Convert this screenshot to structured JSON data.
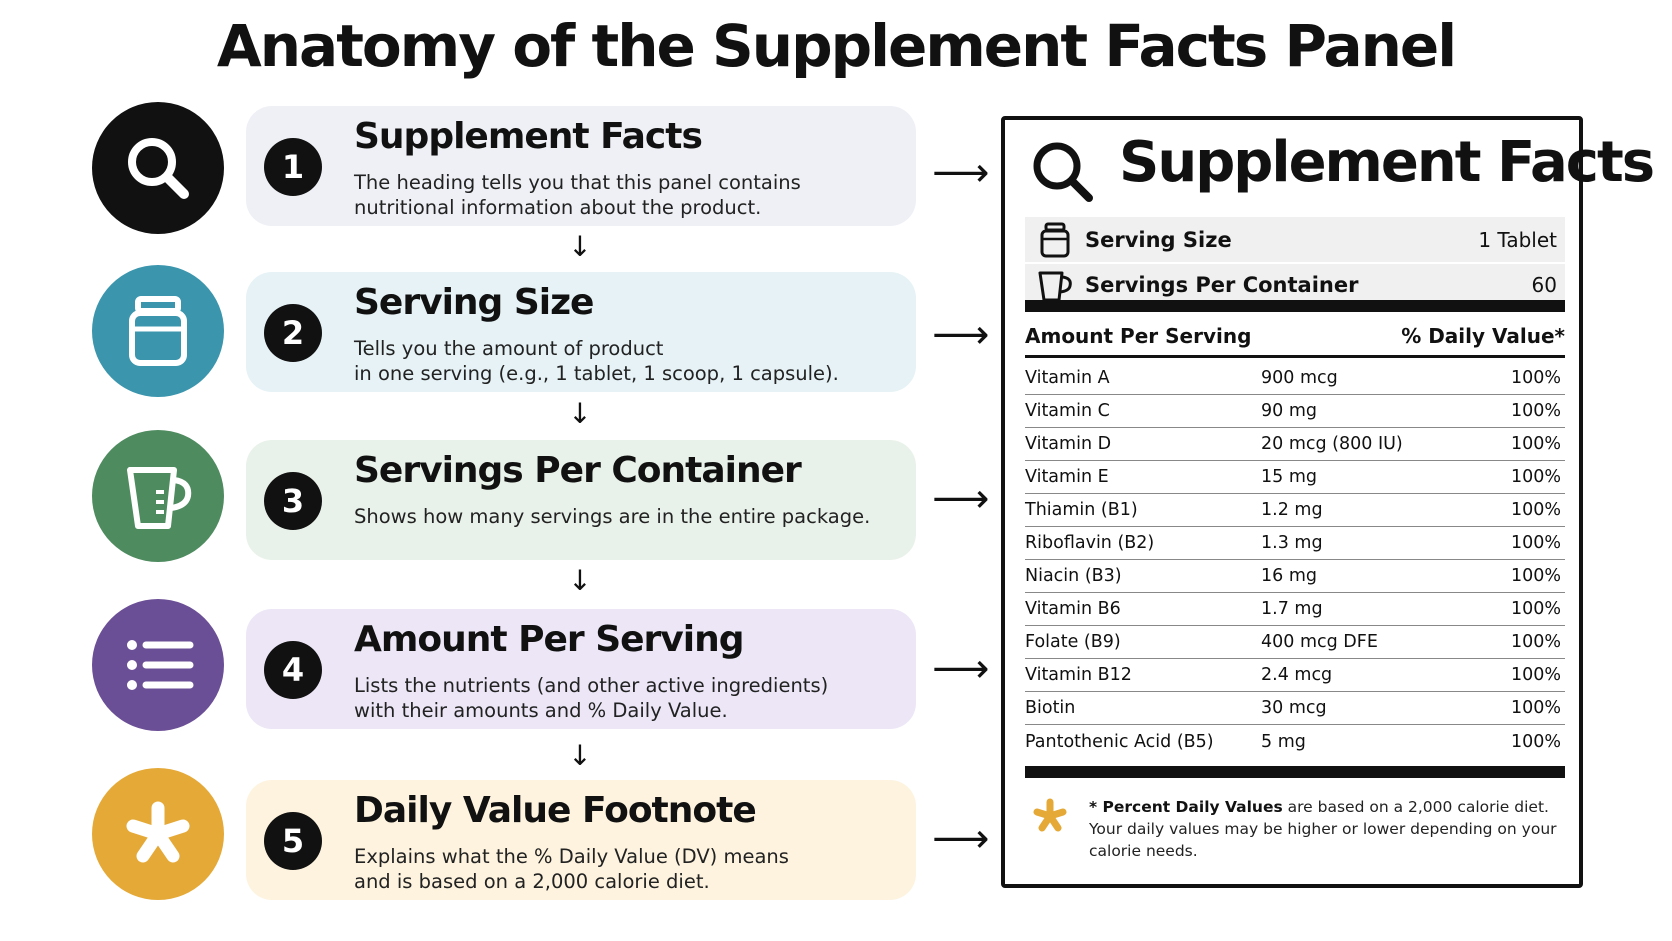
{
  "title": "Anatomy of the Supplement Facts Panel",
  "colors": {
    "step1": "#111111",
    "step2": "#3a95ad",
    "step3": "#4e8b5f",
    "step4": "#6b4f96",
    "step5": "#e5a937",
    "card1": "#eef0f5",
    "card2": "#e6f2f6",
    "card3": "#e9f2ea",
    "card4": "#ece6f6",
    "card5": "#fdf3df"
  },
  "steps": [
    {
      "number": "1",
      "icon": "magnifier-icon",
      "title": "Supplement Facts",
      "description": "The heading tells you that this panel contains\nnutritional information about the product."
    },
    {
      "number": "2",
      "icon": "jar-icon",
      "title": "Serving Size",
      "description": "Tells you the amount of product\nin one serving (e.g., 1 tablet, 1 scoop, 1 capsule)."
    },
    {
      "number": "3",
      "icon": "measuring-cup-icon",
      "title": "Servings Per Container",
      "description": "Shows how many servings are in the entire package."
    },
    {
      "number": "4",
      "icon": "list-icon",
      "title": "Amount Per Serving",
      "description": "Lists the nutrients (and other active ingredients)\nwith their amounts and % Daily Value."
    },
    {
      "number": "5",
      "icon": "asterisk-icon",
      "title": "Daily Value Footnote",
      "description": "Explains what the % Daily Value (DV) means\nand is based on a 2,000 calorie diet."
    }
  ],
  "arrows": {
    "down": "↓",
    "right": "⟶"
  },
  "panel": {
    "title": "Supplement Facts",
    "serving_size": {
      "label": "Serving Size",
      "value": "1 Tablet"
    },
    "servings_per_container": {
      "label": "Servings Per Container",
      "value": "60"
    },
    "amount_header": "Amount Per Serving",
    "dv_header": "% Daily Value*",
    "nutrients": [
      {
        "name": "Vitamin A",
        "amount": "900 mcg",
        "dv": "100%"
      },
      {
        "name": "Vitamin C",
        "amount": "90 mg",
        "dv": "100%"
      },
      {
        "name": "Vitamin D",
        "amount": "20 mcg (800 IU)",
        "dv": "100%"
      },
      {
        "name": "Vitamin E",
        "amount": "15 mg",
        "dv": "100%"
      },
      {
        "name": "Thiamin (B1)",
        "amount": "1.2 mg",
        "dv": "100%"
      },
      {
        "name": "Riboflavin (B2)",
        "amount": "1.3 mg",
        "dv": "100%"
      },
      {
        "name": "Niacin (B3)",
        "amount": "16 mg",
        "dv": "100%"
      },
      {
        "name": "Vitamin B6",
        "amount": "1.7 mg",
        "dv": "100%"
      },
      {
        "name": "Folate (B9)",
        "amount": "400 mcg DFE",
        "dv": "100%"
      },
      {
        "name": "Vitamin B12",
        "amount": "2.4 mcg",
        "dv": "100%"
      },
      {
        "name": "Biotin",
        "amount": "30 mcg",
        "dv": "100%"
      },
      {
        "name": "Pantothenic Acid (B5)",
        "amount": "5 mg",
        "dv": "100%"
      }
    ],
    "footnote": {
      "lead": "* Percent Daily Values",
      "text": " are based on a 2,000 calorie diet. Your daily values may be higher or lower depending on your calorie needs."
    }
  }
}
